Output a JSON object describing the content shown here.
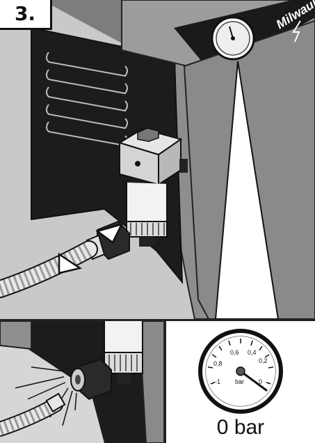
{
  "step_label": "3.",
  "brand": "Milwaukee",
  "gauge": {
    "ticks": [
      "0,6",
      "0,4",
      "0,2",
      "0,8",
      "-1",
      "0"
    ],
    "unit": "bar",
    "reading_label": "0 bar"
  },
  "colors": {
    "housing_dark": "#1c1c1c",
    "housing_grey": "#8f8f8f",
    "floor": "#c9c9c9",
    "hose": "#e8e8e8"
  }
}
